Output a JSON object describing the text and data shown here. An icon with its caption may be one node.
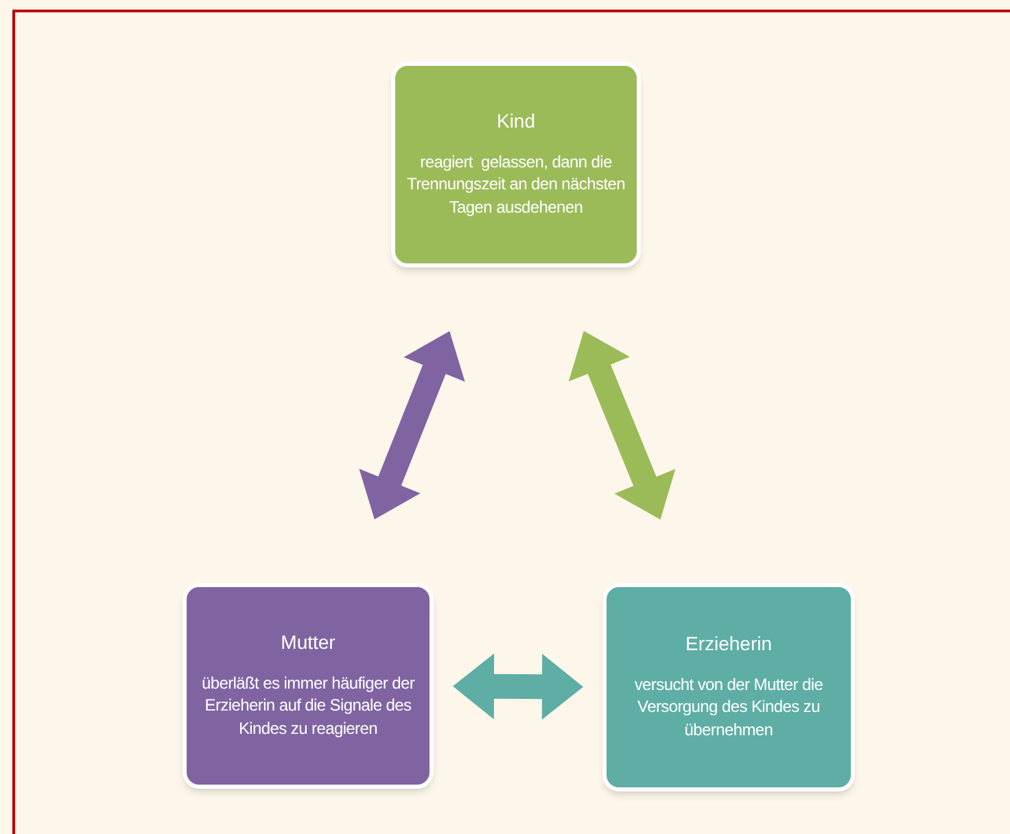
{
  "diagram": {
    "nodes": [
      {
        "text": [
          "Kind",
          "reagiert  gelassen, dann die Trennungszeit an den nächsten Tagen ausdehenen"
        ]
      },
      {
        "text": [
          "Mutter",
          "überläßt es immer häufiger der Erzieherin auf die Signale des Kindes zu reagieren"
        ]
      },
      {
        "text": [
          "Erzieherin",
          "versucht von der Mutter die Versorgung des Kindes zu übernehmen"
        ]
      }
    ],
    "edges": [
      {
        "from": 0,
        "to": 1,
        "arrow": "both",
        "style": "thick",
        "color": "#8064a2"
      },
      {
        "from": 0,
        "to": 2,
        "arrow": "both",
        "style": "thick",
        "color": "#9bbb59"
      },
      {
        "from": 1,
        "to": 2,
        "arrow": "both",
        "style": "thick",
        "color": "#5eaea5"
      }
    ]
  }
}
